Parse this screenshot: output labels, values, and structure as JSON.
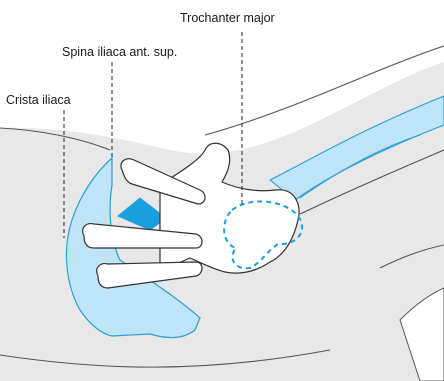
{
  "labels": {
    "trochanter": "Trochanter major",
    "spina": "Spina iliaca ant. sup.",
    "crista": "Crista iliaca"
  },
  "colors": {
    "skin_gray": "#e8e8e8",
    "outline": "#555555",
    "blue_light": "#bfe3f7",
    "blue_mid": "#74c6ee",
    "blue_dark": "#1aa0e0",
    "blue_line": "#2a9fd8",
    "hand_fill": "#ffffff"
  },
  "icons": {
    "hand": "hand-palpating-icon"
  }
}
